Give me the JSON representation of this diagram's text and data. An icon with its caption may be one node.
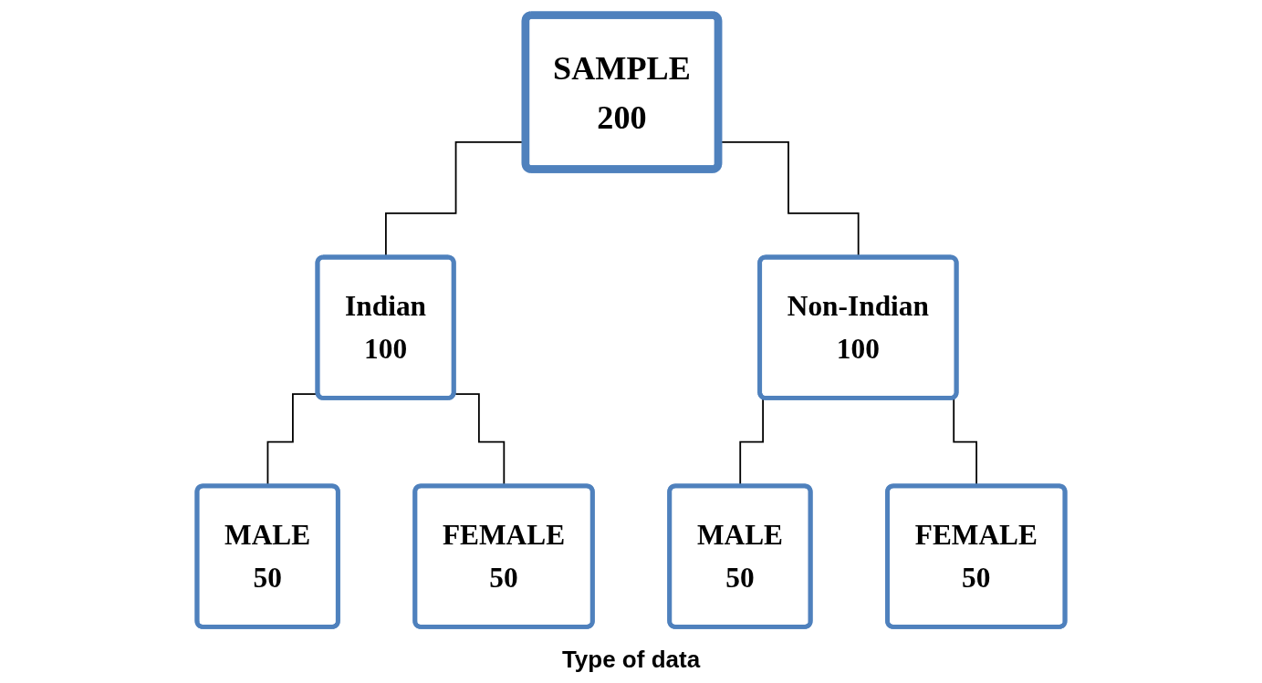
{
  "diagram": {
    "caption": "Type of data",
    "nodes": [
      {
        "text": [
          "SAMPLE",
          "200"
        ]
      },
      {
        "text": [
          "Indian",
          "100"
        ]
      },
      {
        "text": [
          "Non-Indian",
          "100"
        ]
      },
      {
        "text": [
          "MALE",
          "50"
        ]
      },
      {
        "text": [
          "FEMALE",
          "50"
        ]
      },
      {
        "text": [
          "MALE",
          "50"
        ]
      },
      {
        "text": [
          "FEMALE",
          "50"
        ]
      }
    ],
    "edges": [
      {
        "from": 0,
        "to": 1,
        "arrow": "none"
      },
      {
        "from": 0,
        "to": 2,
        "arrow": "none"
      },
      {
        "from": 1,
        "to": 3,
        "arrow": "none"
      },
      {
        "from": 1,
        "to": 4,
        "arrow": "none"
      },
      {
        "from": 2,
        "to": 5,
        "arrow": "none"
      },
      {
        "from": 2,
        "to": 6,
        "arrow": "none"
      }
    ]
  }
}
